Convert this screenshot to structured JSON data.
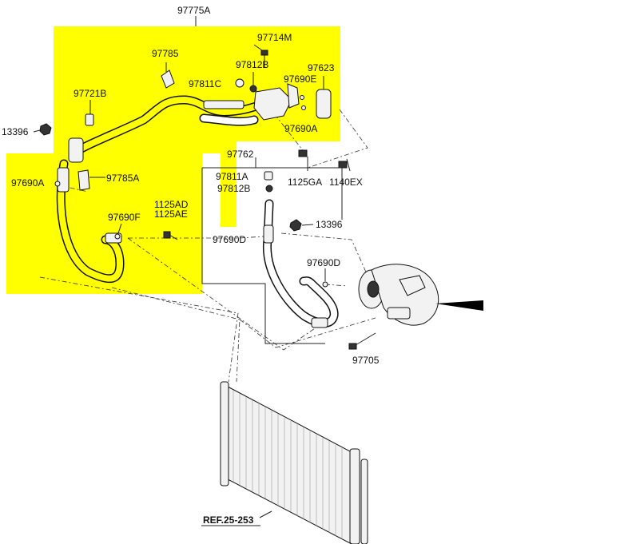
{
  "labels": {
    "assy_main": "97775A",
    "bolt_top": "97714M",
    "bracket_top": "97785",
    "cap_a": "97812B",
    "cap_b": "97811C",
    "oring_e": "97690E",
    "receiver": "97623",
    "switch": "97721B",
    "nut_left": "13396",
    "oring_a_right": "97690A",
    "oring_a_left": "97690A",
    "bracket_a": "97785A",
    "oring_f": "97690F",
    "bolt_ga": "1125GA",
    "bolt_ex": "1140EX",
    "bolt_ad": "1125AD",
    "bolt_ae": "1125AE",
    "assy_discharge": "97762",
    "cap_c": "97811A",
    "cap_d": "97812B",
    "nut_right": "13396",
    "oring_d_left": "97690D",
    "oring_d_right": "97690D",
    "bolt_compressor": "97705",
    "ref_condenser": "REF.25-253"
  },
  "colors": {
    "highlight": "#ffff00",
    "line": "#222222",
    "background": "#ffffff"
  }
}
